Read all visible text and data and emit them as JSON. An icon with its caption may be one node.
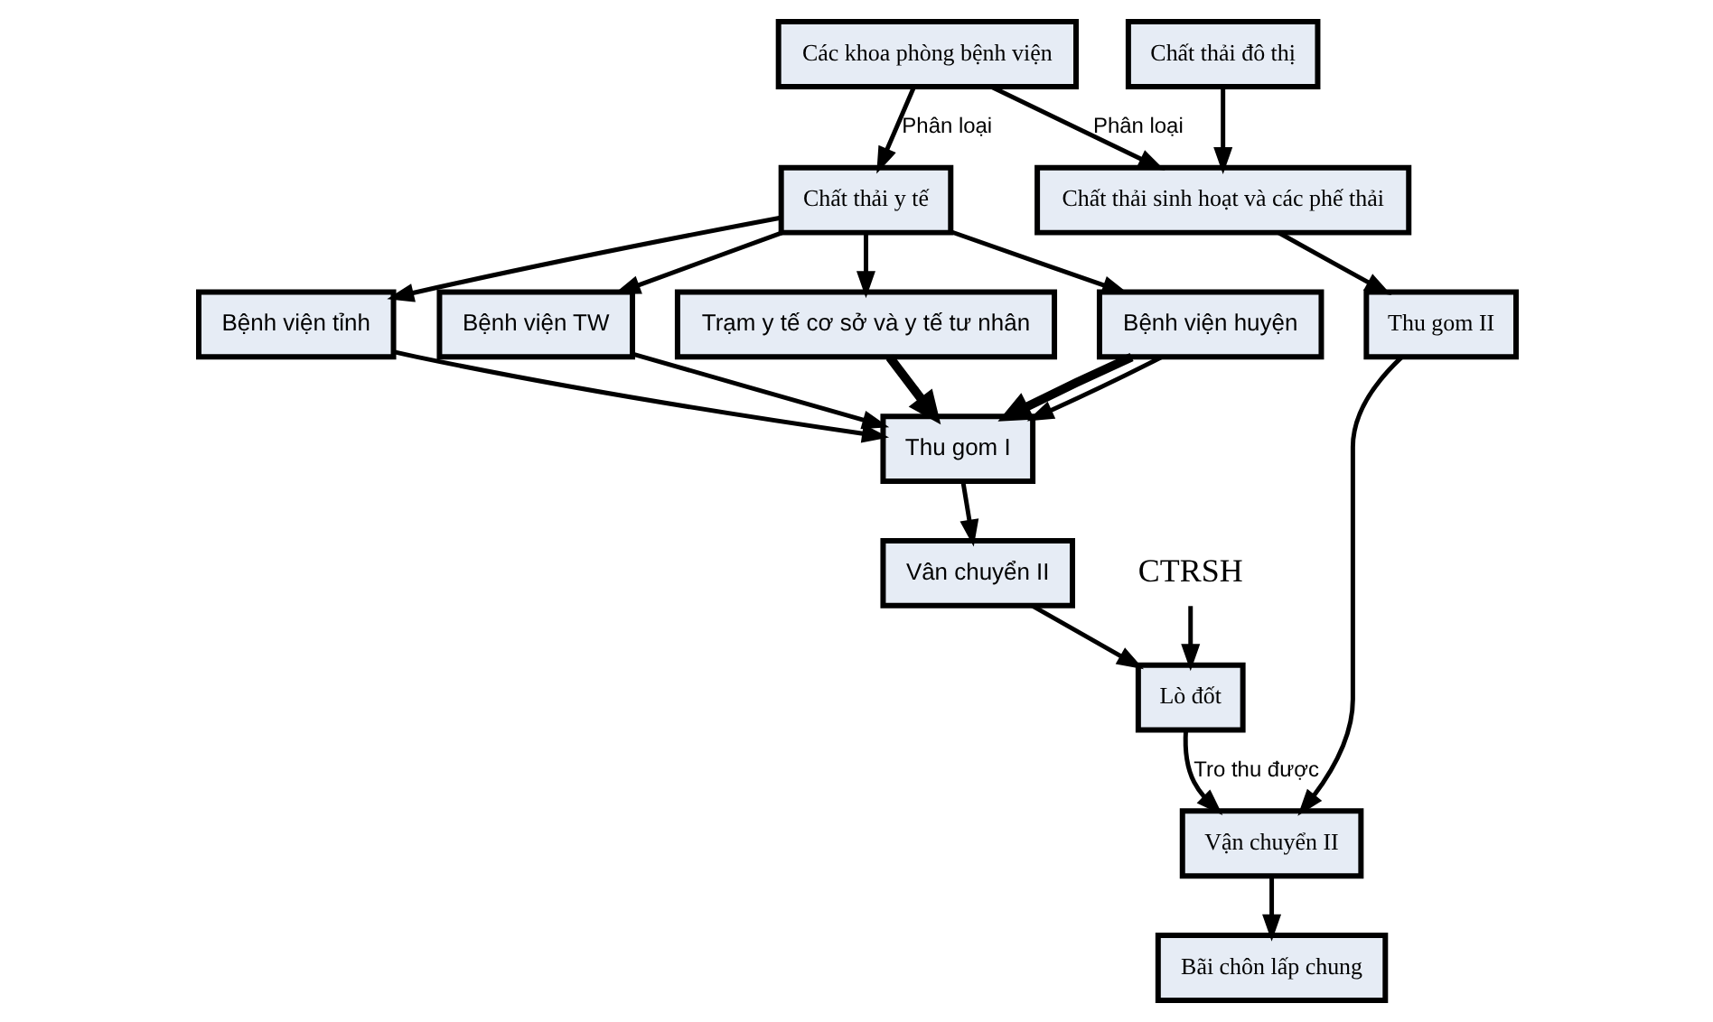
{
  "diagram": {
    "nodes": [
      {
        "text": [
          "Các khoa phòng bệnh viện"
        ]
      },
      {
        "text": [
          "Chất thải đô thị"
        ]
      },
      {
        "text": [
          "Chất thải y tế"
        ]
      },
      {
        "text": [
          "Chất thải sinh hoạt và các phế thải"
        ]
      },
      {
        "text": [
          "Trạm y tế cơ sở và y tế tư nhân"
        ]
      },
      {
        "text": [
          "Bệnh viện huyện"
        ]
      },
      {
        "text": [
          "Bệnh viện tỉnh"
        ]
      },
      {
        "text": [
          "Bệnh viện TW"
        ]
      },
      {
        "text": [
          "Thu gom II"
        ]
      },
      {
        "text": [
          "Thu gom I"
        ]
      },
      {
        "text": [
          "Vận chuyển II"
        ]
      },
      {
        "text": [
          "Vân chuyển II"
        ]
      },
      {
        "text": [
          "Lò đốt"
        ]
      },
      {
        "text": [
          "Bãi chôn lấp chung"
        ]
      },
      {
        "text": [
          "CTRSH"
        ]
      }
    ],
    "edges": [
      {
        "from": 0,
        "to": 2,
        "arrow": "to",
        "label": "Phân loại"
      },
      {
        "from": 0,
        "to": 3,
        "arrow": "to",
        "label": "Phân loại"
      },
      {
        "from": 1,
        "to": 3,
        "arrow": "to"
      },
      {
        "from": 2,
        "to": 4,
        "arrow": "to"
      },
      {
        "from": 2,
        "to": 5,
        "arrow": "to"
      },
      {
        "from": 2,
        "to": 6,
        "arrow": "to"
      },
      {
        "from": 2,
        "to": 7,
        "arrow": "to"
      },
      {
        "from": 3,
        "to": 8,
        "arrow": "to"
      },
      {
        "from": 8,
        "to": 10,
        "arrow": "to"
      },
      {
        "from": 10,
        "to": 13,
        "arrow": "to"
      },
      {
        "from": 4,
        "to": 9,
        "arrow": "to",
        "style": "thick"
      },
      {
        "from": 5,
        "to": 9,
        "arrow": "to",
        "style": "thick"
      },
      {
        "from": 5,
        "to": 9,
        "arrow": "to"
      },
      {
        "from": 6,
        "to": 9,
        "arrow": "to"
      },
      {
        "from": 7,
        "to": 9,
        "arrow": "to"
      },
      {
        "from": 9,
        "to": 11,
        "arrow": "to"
      },
      {
        "from": 11,
        "to": 12,
        "arrow": "to"
      },
      {
        "from": 12,
        "to": 10,
        "arrow": "to",
        "label": "Tro thu được"
      },
      {
        "from": 14,
        "to": 12,
        "arrow": "to"
      }
    ]
  }
}
